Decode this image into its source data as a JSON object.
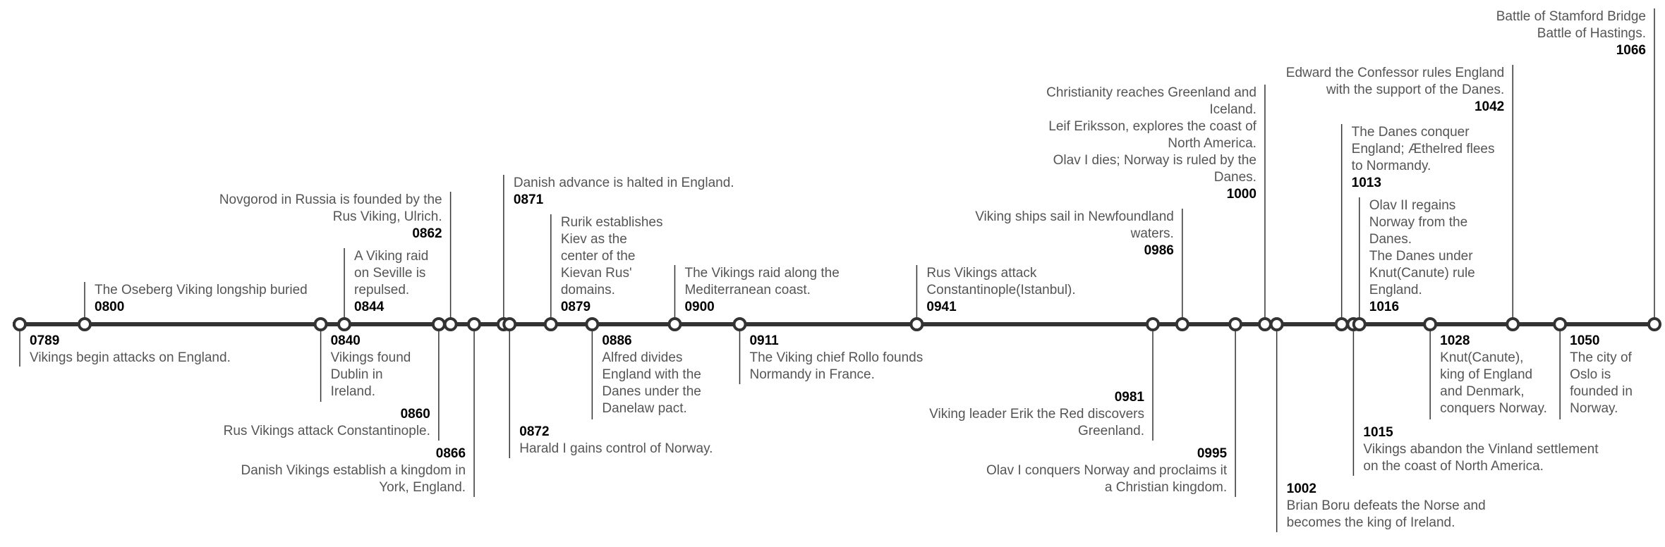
{
  "colors": {
    "line": "#333333",
    "year": "#000000",
    "text": "#555555",
    "background": "#ffffff"
  },
  "events": [
    {
      "year": "0789",
      "text": "Vikings begin attacks on England."
    },
    {
      "year": "0800",
      "text": "The Oseberg Viking longship buried"
    },
    {
      "year": "0840",
      "text": "Vikings found\nDublin in\nIreland."
    },
    {
      "year": "0844",
      "text": "A Viking raid\non Seville is\nrepulsed."
    },
    {
      "year": "0860",
      "text": "Rus Vikings attack Constantinople."
    },
    {
      "year": "0862",
      "text": "Novgorod in Russia is founded by the\nRus Viking, Ulrich."
    },
    {
      "year": "0866",
      "text": "Danish Vikings establish a kingdom in\nYork, England."
    },
    {
      "year": "0871",
      "text": "Danish advance is halted in England."
    },
    {
      "year": "0872",
      "text": "Harald I gains control of Norway."
    },
    {
      "year": "0879",
      "text": "Rurik establishes\nKiev as the\ncenter of the\nKievan Rus'\ndomains."
    },
    {
      "year": "0886",
      "text": "Alfred divides\nEngland with the\nDanes under the\nDanelaw pact."
    },
    {
      "year": "0900",
      "text": "The Vikings raid along the\nMediterranean coast."
    },
    {
      "year": "0911",
      "text": "The Viking chief Rollo founds\nNormandy in France."
    },
    {
      "year": "0941",
      "text": "Rus Vikings attack\nConstantinople(Istanbul)."
    },
    {
      "year": "0981",
      "text": "Viking leader Erik the Red discovers\nGreenland."
    },
    {
      "year": "0986",
      "text": "Viking ships sail in Newfoundland\nwaters."
    },
    {
      "year": "0995",
      "text": "Olav I conquers Norway and proclaims it\na Christian kingdom."
    },
    {
      "year": "1000",
      "text": "Christianity reaches Greenland and\nIceland.\nLeif Eriksson, explores the coast of\nNorth America.\nOlav I dies; Norway is ruled by the\nDanes."
    },
    {
      "year": "1002",
      "text": "Brian Boru defeats the Norse and\nbecomes the king of Ireland."
    },
    {
      "year": "1013",
      "text": "The Danes conquer\nEngland; Æthelred flees\nto Normandy."
    },
    {
      "year": "1015",
      "text": "Vikings abandon the Vinland settlement\non the coast of North America."
    },
    {
      "year": "1016",
      "text": "Olav II regains\nNorway from the\nDanes.\nThe Danes under\nKnut(Canute) rule\nEngland."
    },
    {
      "year": "1028",
      "text": "Knut(Canute),\nking of England\nand Denmark,\nconquers Norway."
    },
    {
      "year": "1042",
      "text": "Edward the Confessor rules England\nwith the support of the Danes."
    },
    {
      "year": "1050",
      "text": "The city of\nOslo is\nfounded in\nNorway."
    },
    {
      "year": "1066",
      "text": "Battle of Stamford Bridge\nBattle of Hastings."
    }
  ]
}
